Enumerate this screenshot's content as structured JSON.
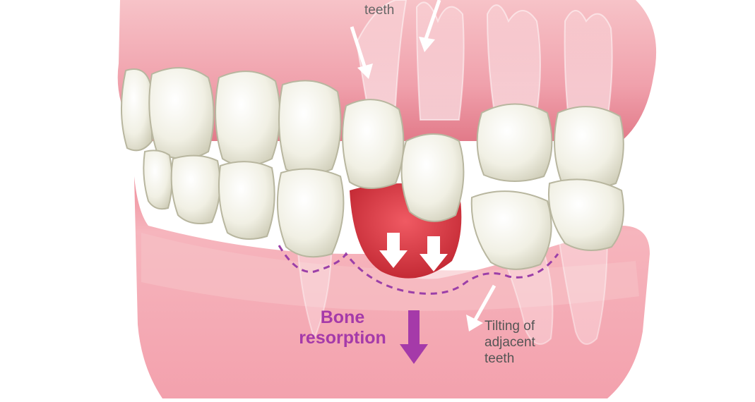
{
  "labels": {
    "supra_eruption": {
      "line1": "teeth"
    },
    "bone_resorption": {
      "line1": "Bone",
      "line2": "resorption"
    },
    "tilting": {
      "line1": "Tilting of",
      "line2": "adjacent",
      "line3": "teeth"
    }
  },
  "colors": {
    "gum": "#f3a3ad",
    "gum_dark": "#e56f80",
    "socket": "#d8363f",
    "tooth": "#f2f1e6",
    "tooth_shadow": "#c9c8b4",
    "arrow_purple": "#a53aa9",
    "dash_purple": "#9b3fa8",
    "white_arrow": "#ffffff"
  },
  "icons": {
    "movement_arrows": "arrow-icon",
    "bone_resorption_arrow": "arrow-down-icon"
  }
}
